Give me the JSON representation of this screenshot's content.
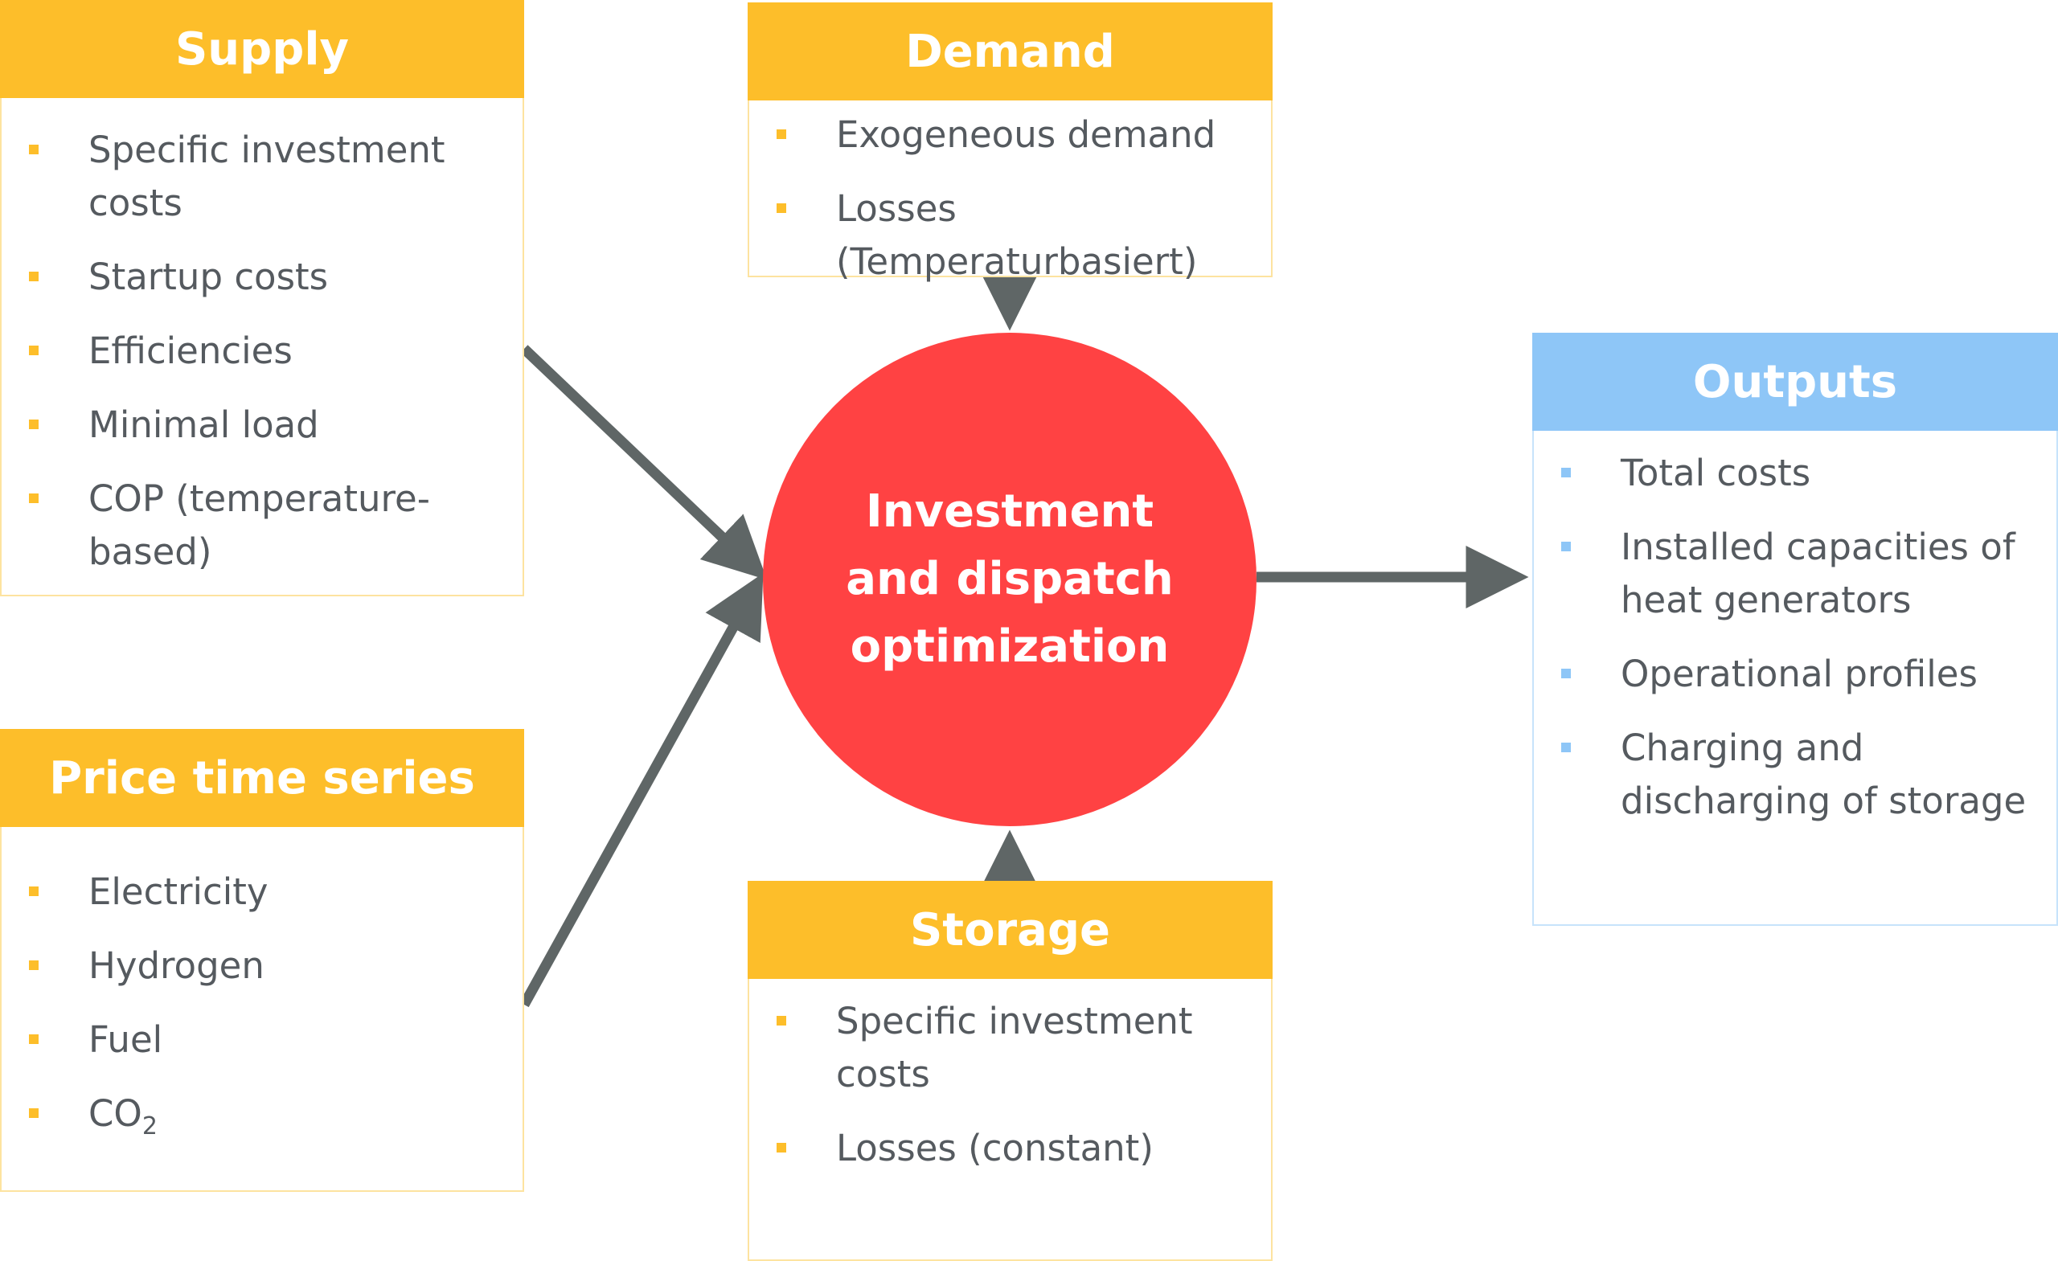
{
  "supply": {
    "title": "Supply",
    "items": [
      "Specific investment costs",
      "Startup costs",
      "Efficiencies",
      "Minimal load",
      "COP (temperature-based)"
    ]
  },
  "demand": {
    "title": "Demand",
    "items": [
      "Exogeneous demand",
      "Losses (Temperaturbasiert)"
    ]
  },
  "price_time_series": {
    "title": "Price time series",
    "items": [
      "Electricity",
      "Hydrogen",
      "Fuel"
    ],
    "co2": {
      "base": "CO",
      "sub": "2"
    }
  },
  "storage": {
    "title": "Storage",
    "items": [
      "Specific investment costs",
      "Losses (constant)"
    ]
  },
  "center": {
    "label": "Investment and dispatch optimization"
  },
  "outputs": {
    "title": "Outputs",
    "items": [
      "Total costs",
      "Installed capacities of heat generators",
      "Operational profiles",
      "Charging and discharging of storage"
    ]
  },
  "colors": {
    "accent_yellow": "#FDBE2A",
    "accent_blue": "#8EC6F7",
    "center_red": "#FF4243",
    "arrow_gray": "#5F6666",
    "text_gray": "#555A5F"
  }
}
